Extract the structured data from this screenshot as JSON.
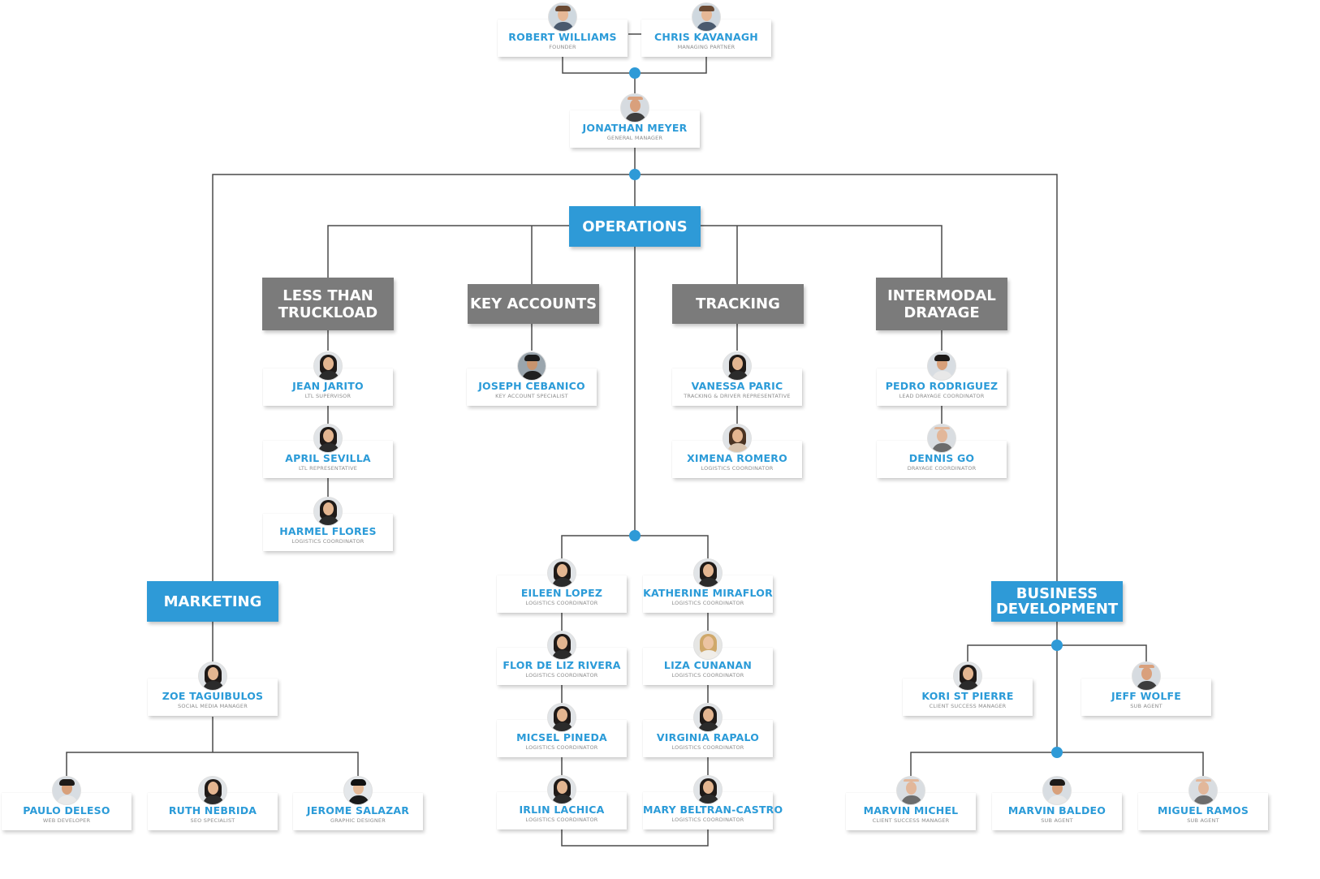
{
  "colors": {
    "accent": "#2e9ad7",
    "sub_department": "#7b7b7b",
    "connector": "#4a4a4a",
    "name_text": "#2b9bd8",
    "role_text": "#8d8d8d"
  },
  "departments": {
    "operations": "OPERATIONS",
    "less_than_truckload": "LESS THAN\nTRUCKLOAD",
    "key_accounts": "KEY ACCOUNTS",
    "tracking": "TRACKING",
    "intermodal_drayage": "INTERMODAL\nDRAYAGE",
    "marketing": "MARKETING",
    "business_development": "BUSINESS\nDEVELOPMENT"
  },
  "people": [
    {
      "id": "robert-williams",
      "name": "ROBERT WILLIAMS",
      "role": "FOUNDER",
      "avatar": "man-light-short-brown-icon"
    },
    {
      "id": "chris-kavanagh",
      "name": "CHRIS KAVANAGH",
      "role": "MANAGING PARTNER",
      "avatar": "man-light-short-brown-icon"
    },
    {
      "id": "jonathan-meyer",
      "name": "JONATHAN MEYER",
      "role": "GENERAL MANAGER",
      "avatar": "man-bald-beard-icon"
    },
    {
      "id": "jean-jarito",
      "name": "JEAN JARITO",
      "role": "LTL SUPERVISOR",
      "avatar": "woman-dark-hair-icon"
    },
    {
      "id": "april-sevilla",
      "name": "APRIL SEVILLA",
      "role": "LTL REPRESENTATIVE",
      "avatar": "woman-dark-hair-icon"
    },
    {
      "id": "harmel-flores",
      "name": "HARMEL FLORES",
      "role": "LOGISTICS COORDINATOR",
      "avatar": "woman-dark-hair-icon"
    },
    {
      "id": "joseph-cebanico",
      "name": "JOSEPH CEBANICO",
      "role": "KEY ACCOUNT SPECIALIST",
      "avatar": "man-glasses-icon"
    },
    {
      "id": "vanessa-paric",
      "name": "VANESSA PARIC",
      "role": "TRACKING & DRIVER REPRESENTATIVE",
      "avatar": "woman-dark-hair-icon"
    },
    {
      "id": "ximena-romero",
      "name": "XIMENA ROMERO",
      "role": "LOGISTICS COORDINATOR",
      "avatar": "woman-brown-hair-icon"
    },
    {
      "id": "pedro-rodriguez",
      "name": "PEDRO RODRIGUEZ",
      "role": "LEAD DRAYAGE COORDINATOR",
      "avatar": "man-dark-hair-icon"
    },
    {
      "id": "dennis-go",
      "name": "DENNIS GO",
      "role": "DRAYAGE COORDINATOR",
      "avatar": "man-bald-icon"
    },
    {
      "id": "eileen-lopez",
      "name": "EILEEN LOPEZ",
      "role": "LOGISTICS COORDINATOR",
      "avatar": "woman-dark-hair-icon"
    },
    {
      "id": "katherine-miraflor",
      "name": "KATHERINE MIRAFLOR",
      "role": "LOGISTICS COORDINATOR",
      "avatar": "woman-dark-hair-icon"
    },
    {
      "id": "flor-de-liz-rivera",
      "name": "FLOR DE LIZ RIVERA",
      "role": "LOGISTICS COORDINATOR",
      "avatar": "woman-dark-hair-icon"
    },
    {
      "id": "liza-cunanan",
      "name": "LIZA CUNANAN",
      "role": "LOGISTICS COORDINATOR",
      "avatar": "woman-blonde-hair-icon"
    },
    {
      "id": "micsel-pineda",
      "name": "MICSEL PINEDA",
      "role": "LOGISTICS COORDINATOR",
      "avatar": "woman-dark-hair-icon"
    },
    {
      "id": "virginia-rapalo",
      "name": "VIRGINIA RAPALO",
      "role": "LOGISTICS COORDINATOR",
      "avatar": "woman-dark-hair-icon"
    },
    {
      "id": "irlin-lachica",
      "name": "IRLIN LACHICA",
      "role": "LOGISTICS COORDINATOR",
      "avatar": "woman-dark-hair-icon"
    },
    {
      "id": "mary-beltran-castro",
      "name": "MARY BELTRAN-CASTRO",
      "role": "LOGISTICS COORDINATOR",
      "avatar": "woman-dark-hair-icon"
    },
    {
      "id": "zoe-taguibulos",
      "name": "ZOE TAGUIBULOS",
      "role": "SOCIAL MEDIA MANAGER",
      "avatar": "woman-dark-hair-icon"
    },
    {
      "id": "paulo-deleso",
      "name": "PAULO DELESO",
      "role": "WEB DEVELOPER",
      "avatar": "man-dark-hair-icon"
    },
    {
      "id": "ruth-nebrida",
      "name": "RUTH NEBRIDA",
      "role": "SEO SPECIALIST",
      "avatar": "woman-dark-hair-icon"
    },
    {
      "id": "jerome-salazar",
      "name": "JEROME SALAZAR",
      "role": "GRAPHIC DESIGNER",
      "avatar": "man-suit-icon"
    },
    {
      "id": "kori-st-pierre",
      "name": "KORI ST PIERRE",
      "role": "CLIENT SUCCESS MANAGER",
      "avatar": "woman-dark-hair-icon"
    },
    {
      "id": "jeff-wolfe",
      "name": "JEFF WOLFE",
      "role": "SUB AGENT",
      "avatar": "man-bald-beard-icon"
    },
    {
      "id": "marvin-michel",
      "name": "MARVIN MICHEL",
      "role": "CLIENT SUCCESS MANAGER",
      "avatar": "man-bald-icon"
    },
    {
      "id": "marvin-baldeo",
      "name": "MARVIN BALDEO",
      "role": "SUB AGENT",
      "avatar": "man-dark-hair-icon"
    },
    {
      "id": "miguel-ramos",
      "name": "MIGUEL RAMOS",
      "role": "SUB AGENT",
      "avatar": "man-bald-icon"
    }
  ]
}
